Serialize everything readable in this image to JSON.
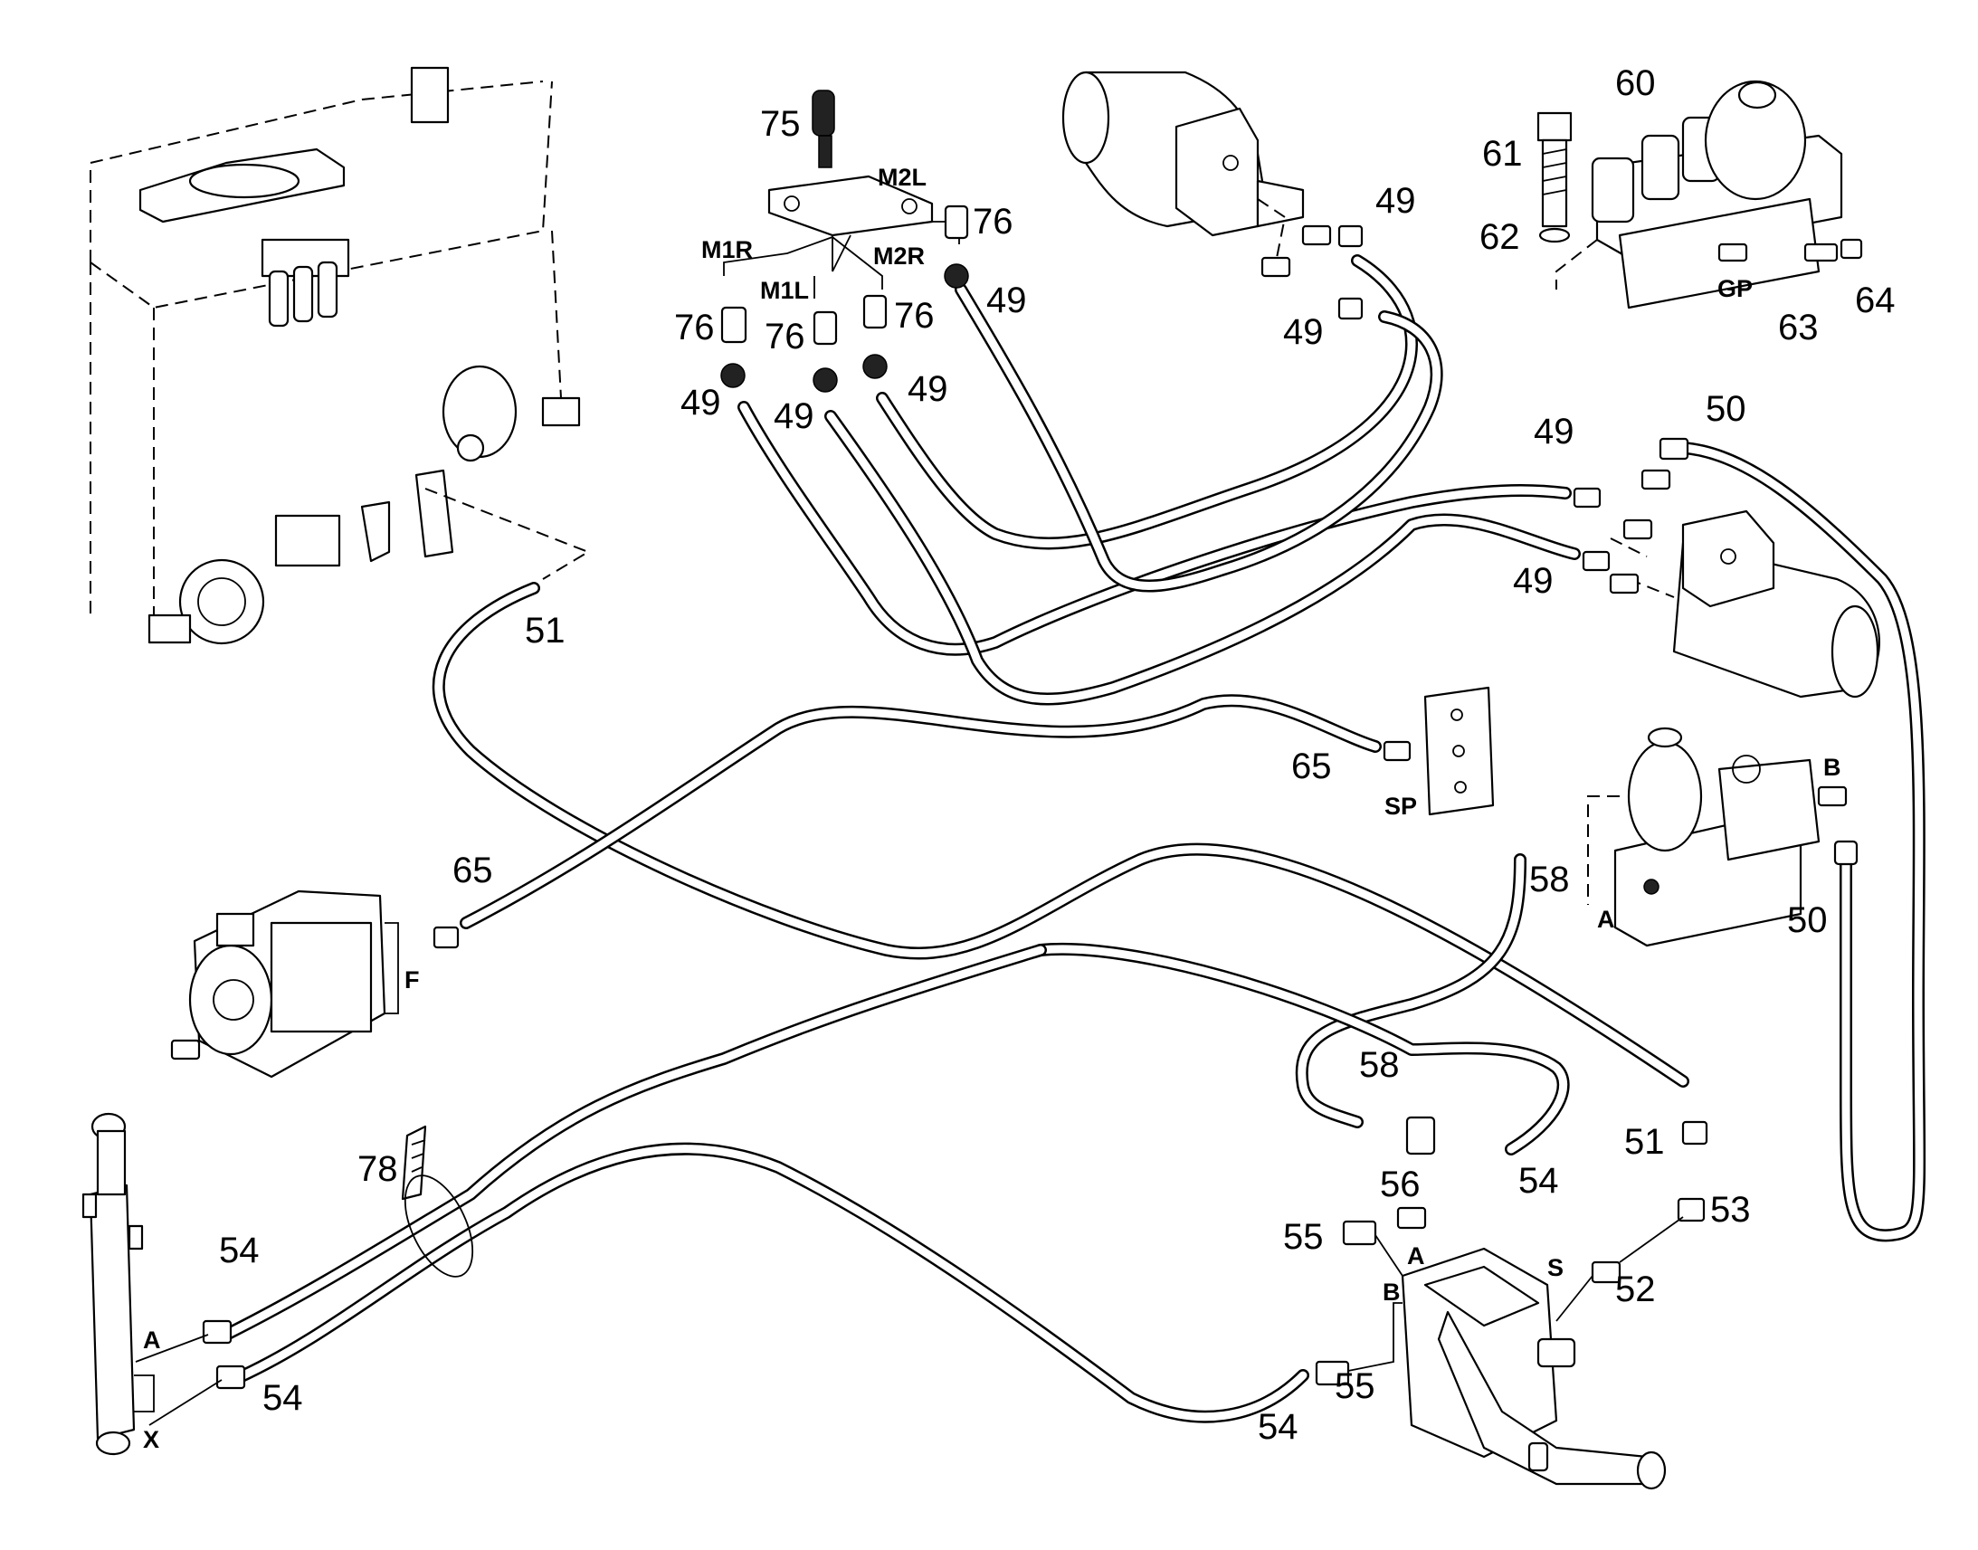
{
  "callouts": {
    "c49_a": "49",
    "c49_b": "49",
    "c49_c": "49",
    "c49_d": "49",
    "c49_e": "49",
    "c49_f": "49",
    "c49_g": "49",
    "c49_h": "49",
    "c50_a": "50",
    "c50_b": "50",
    "c51_a": "51",
    "c51_b": "51",
    "c52": "52",
    "c53": "53",
    "c54_a": "54",
    "c54_b": "54",
    "c54_c": "54",
    "c54_d": "54",
    "c55_a": "55",
    "c55_b": "55",
    "c56": "56",
    "c58_a": "58",
    "c58_b": "58",
    "c60": "60",
    "c61": "61",
    "c62": "62",
    "c63": "63",
    "c64": "64",
    "c65_a": "65",
    "c65_b": "65",
    "c75": "75",
    "c76_a": "76",
    "c76_b": "76",
    "c76_c": "76",
    "c76_d": "76",
    "c78": "78"
  },
  "ports": {
    "m2l": "M2L",
    "m1r": "M1R",
    "m1l": "M1L",
    "m2r": "M2R",
    "gp": "GP",
    "sp": "SP",
    "f": "F",
    "a_accum": "A",
    "b_accum": "B",
    "a_cyl": "A",
    "x_cyl": "X",
    "a_valve": "A",
    "b_valve": "B",
    "s_valve": "S"
  },
  "components": [
    "hydraulic-tank-icon",
    "brake-valve-icon",
    "steering-cylinder-upper-icon",
    "steering-cylinder-right-icon",
    "priority-valve-block-icon",
    "accumulator-valve-icon",
    "hydraulic-pump-icon",
    "linear-cylinder-icon",
    "control-valve-icon",
    "distribution-block-icon",
    "manifold-plate-icon",
    "cable-tie-icon",
    "bolt-icon",
    "washer-icon"
  ]
}
